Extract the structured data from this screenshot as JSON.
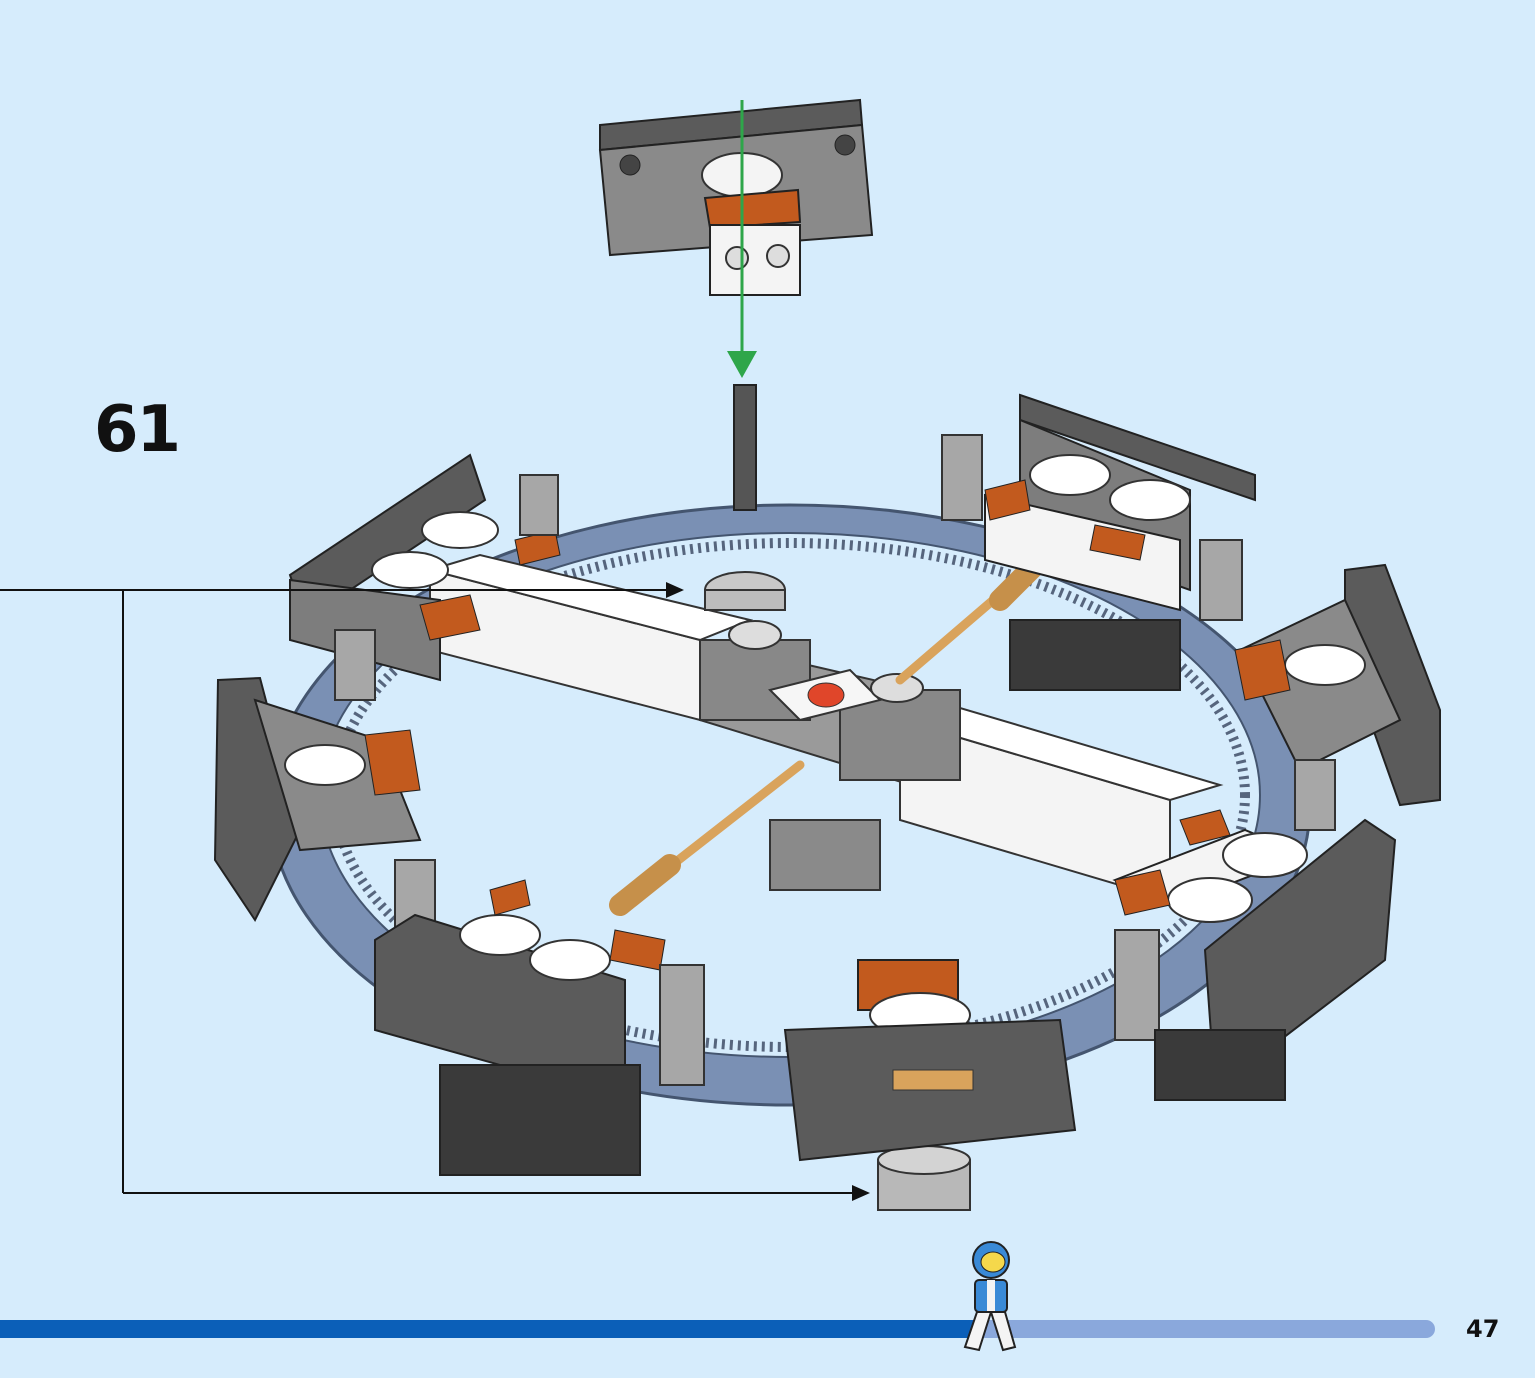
{
  "step": {
    "number": "61"
  },
  "page": {
    "number": "47"
  },
  "progress": {
    "fraction": 0.68
  },
  "colors": {
    "background": "#d6ecfc",
    "progress_filled": "#0b5fb8",
    "progress_track": "#8aa8dc",
    "dark_gray": "#5b5b5b",
    "medium_gray": "#9a9a9a",
    "white": "#f4f4f4",
    "orange": "#c25a1e",
    "tan_axle": "#d9a35c",
    "ring_blue": "#7a90b4",
    "arrow_green": "#2ea64a"
  },
  "icons": [
    "assembly-arrow-icon",
    "callout-arrow-icon",
    "minifigure-progress-icon",
    "space-logo-tile-icon"
  ]
}
